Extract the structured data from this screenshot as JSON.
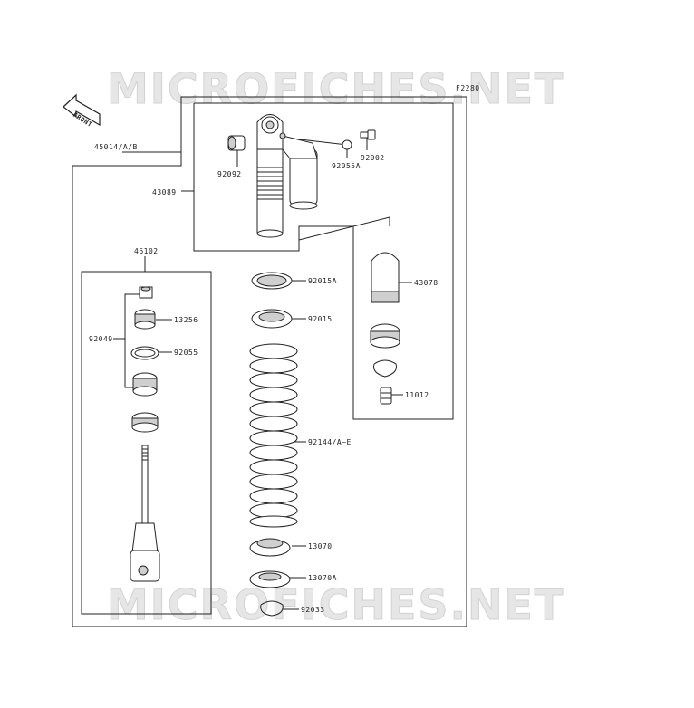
{
  "watermark": "MICROFICHES.NET",
  "figure_code": "F2280",
  "front_label": "FRONT",
  "callouts": {
    "p45014": "45014/A/B",
    "p43089": "43089",
    "p92092": "92092",
    "p92055A": "92055A",
    "p92002": "92002",
    "p43078": "43078",
    "p11012": "11012",
    "p46102": "46102",
    "p13256": "13256",
    "p92049": "92049",
    "p92055": "92055",
    "p92015A": "92015A",
    "p92015": "92015",
    "p92144": "92144/A~E",
    "p13070": "13070",
    "p13070A": "13070A",
    "p92033": "92033"
  }
}
